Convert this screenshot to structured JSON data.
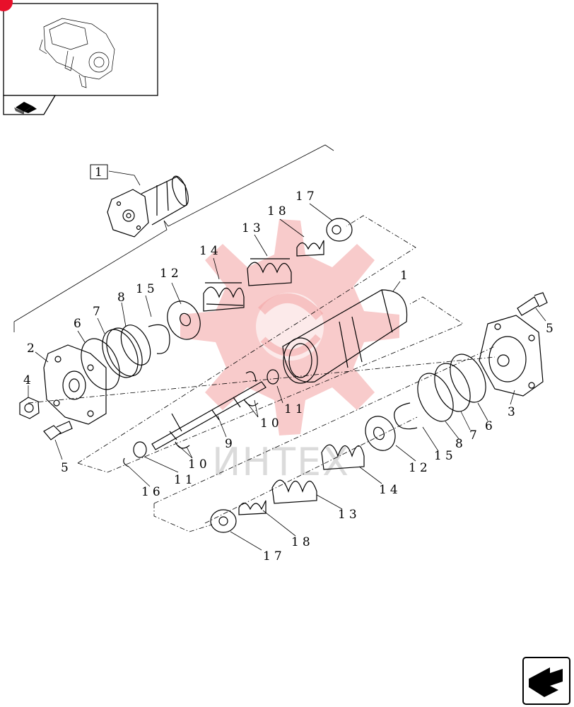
{
  "watermark": {
    "text": "ИНТЕХ",
    "color": "#f2a0a0"
  },
  "thumbnail": {
    "badge_color": "#e8102a",
    "icon": "book-open-icon"
  },
  "nav": {
    "icon": "next-page-arrow-icon"
  },
  "callouts": {
    "ref_top": "1",
    "c17a": "17",
    "c18a": "18",
    "c13a": "13",
    "c14a": "14",
    "c1": "1",
    "c12a": "12",
    "c15a": "15",
    "c8a": "8",
    "c7a": "7",
    "c6a": "6",
    "c2": "2",
    "c4": "4",
    "c5a": "5",
    "c5b": "5",
    "c11a": "11",
    "c10a": "10",
    "c9": "9",
    "c10b": "10",
    "c16": "16",
    "c11b": "11",
    "c3": "3",
    "c6b": "6",
    "c7b": "7",
    "c8b": "8",
    "c15b": "15",
    "c12b": "12",
    "c14b": "14",
    "c13b": "13",
    "c18b": "18",
    "c17b": "17"
  }
}
